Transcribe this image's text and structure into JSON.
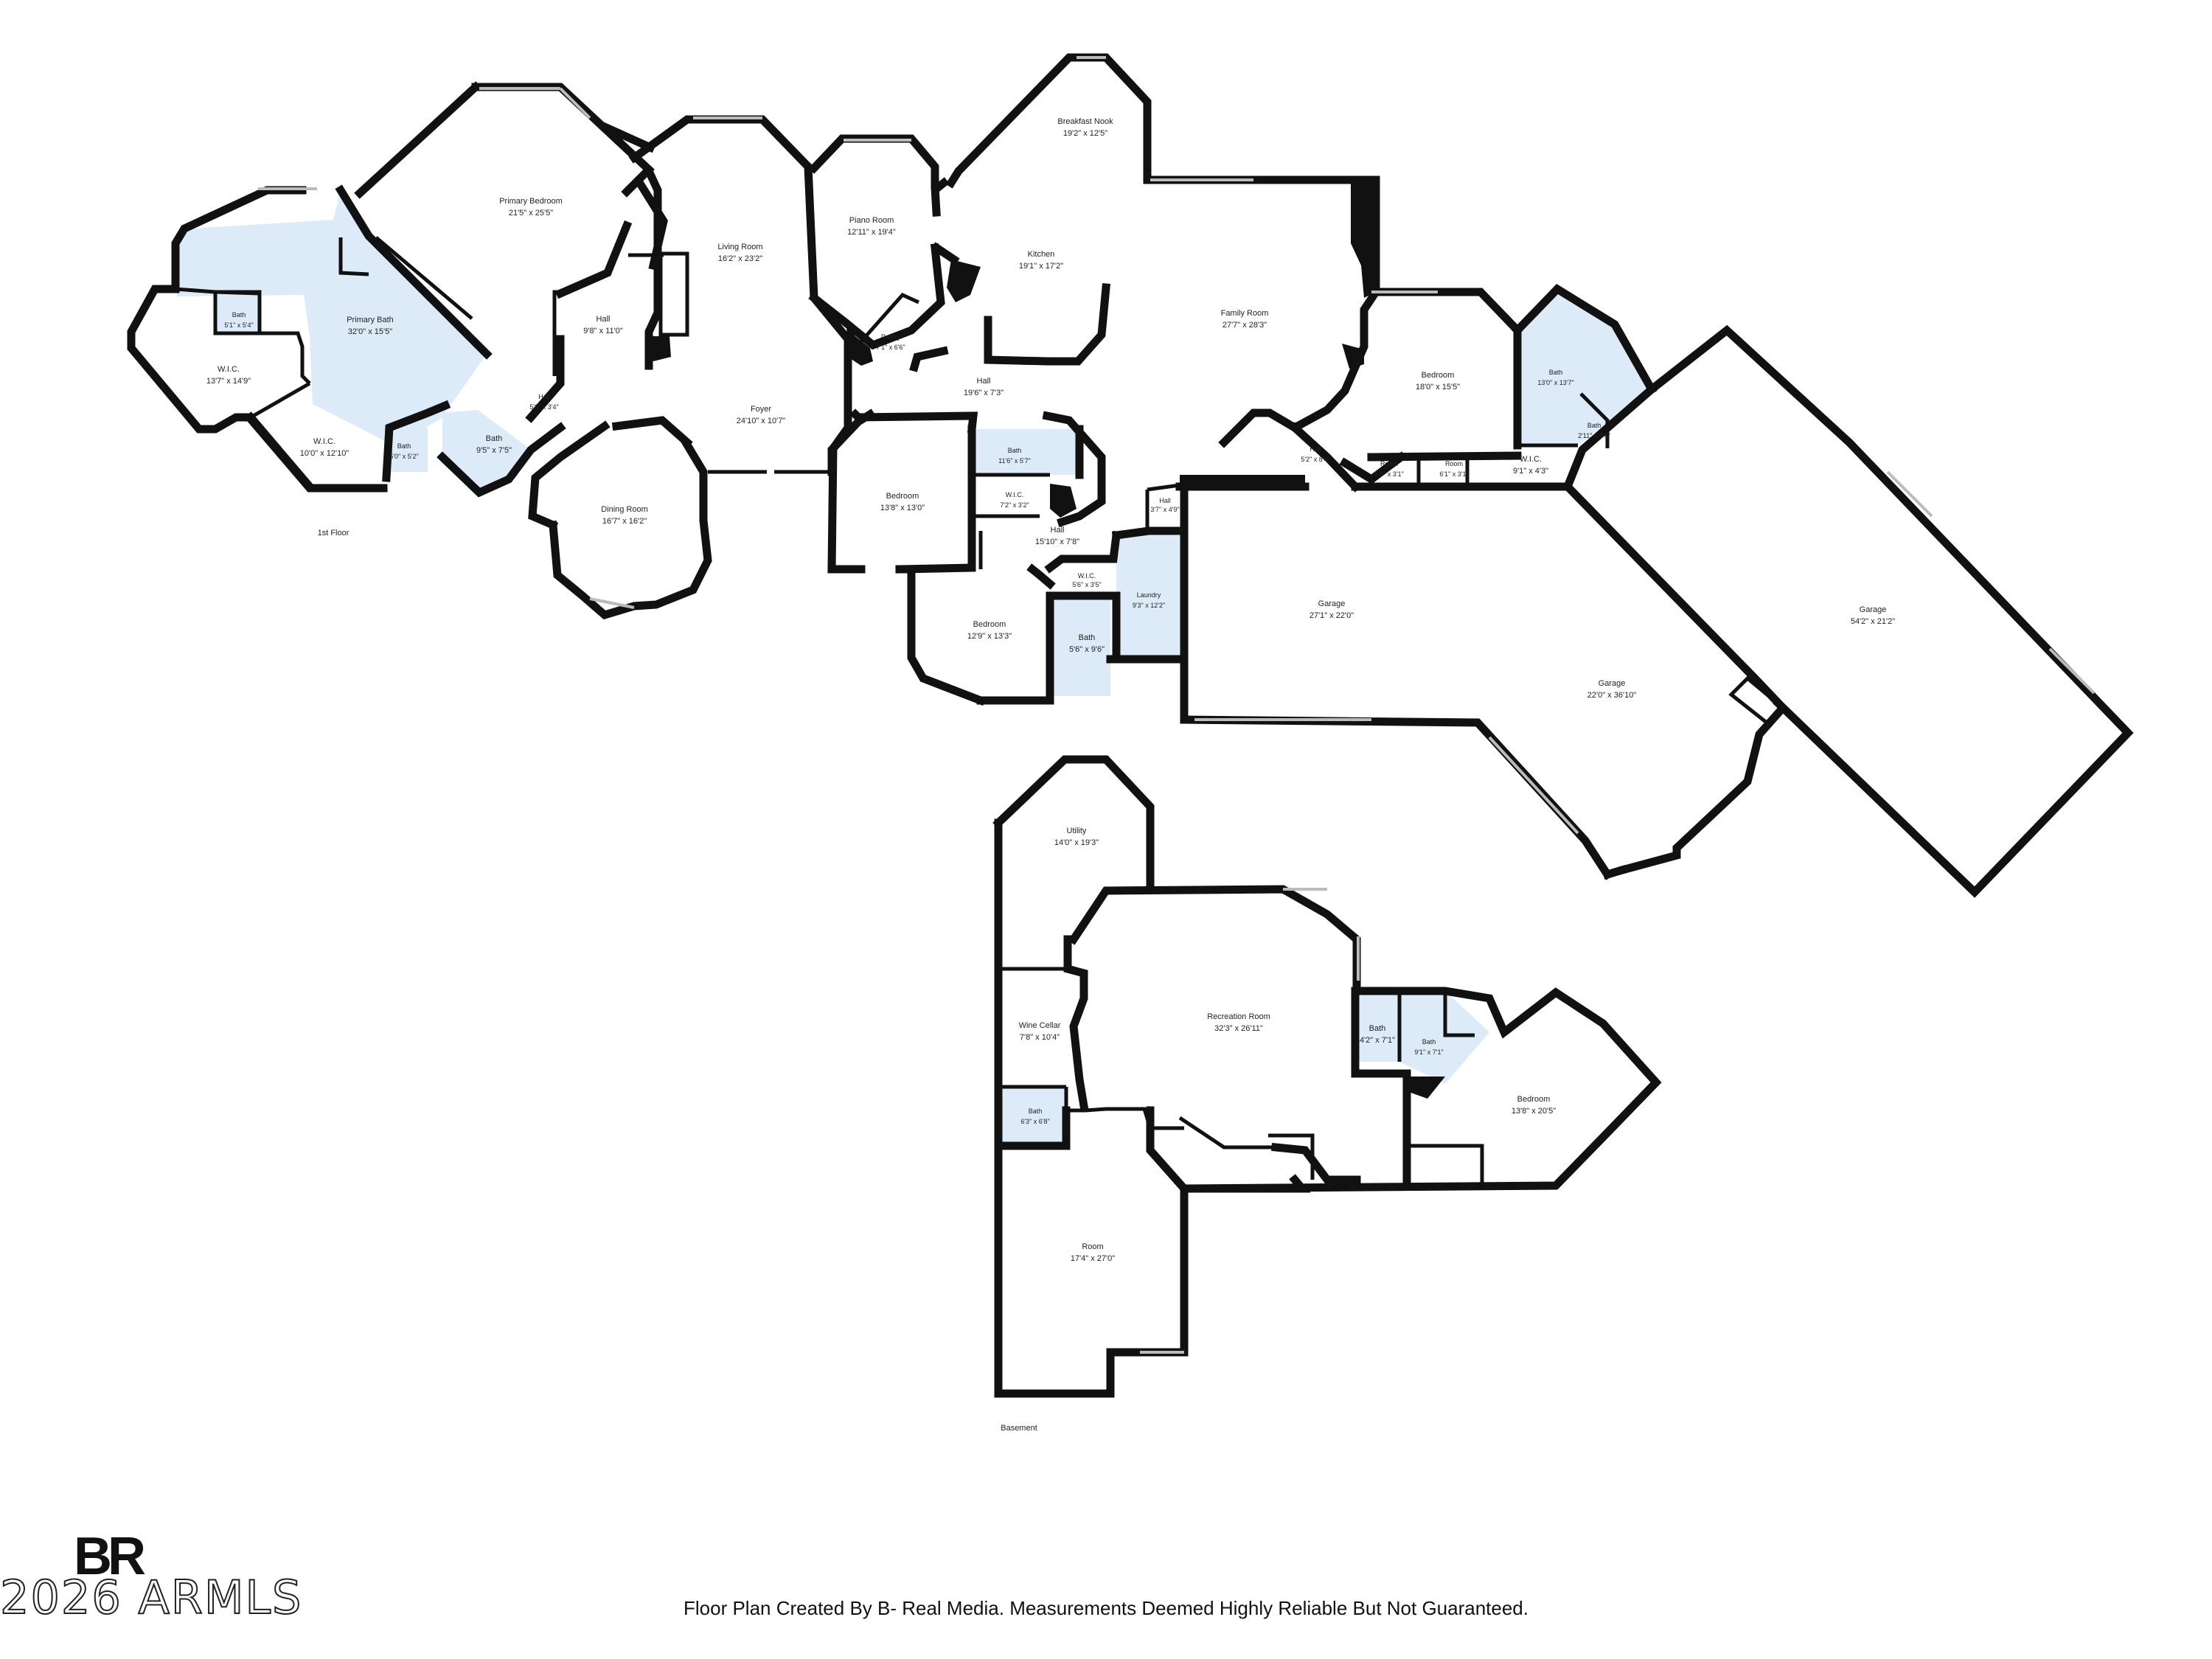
{
  "rooms_first_floor": [
    {
      "key": "primary_bedroom",
      "name": "Primary Bedroom",
      "dim": "21'5\" x 25'5\""
    },
    {
      "key": "primary_bath",
      "name": "Primary Bath",
      "dim": "32'0\" x 15'5\""
    },
    {
      "key": "bath_small_1",
      "name": "Bath",
      "dim": "5'1\" x 5'4\""
    },
    {
      "key": "wic_1",
      "name": "W.I.C.",
      "dim": "13'7\" x 14'9\""
    },
    {
      "key": "wic_2",
      "name": "W.I.C.",
      "dim": "10'0\" x 12'10\""
    },
    {
      "key": "bath_small_2",
      "name": "Bath",
      "dim": "5'0\" x 5'2\""
    },
    {
      "key": "bath_3",
      "name": "Bath",
      "dim": "9'5\" x 7'5\""
    },
    {
      "key": "hall_small",
      "name": "Hall",
      "dim": "5'3\" x 3'4\""
    },
    {
      "key": "hall_1",
      "name": "Hall",
      "dim": "9'8\" x 11'0\""
    },
    {
      "key": "dining_room",
      "name": "Dining Room",
      "dim": "16'7\" x 16'2\""
    },
    {
      "key": "living_room",
      "name": "Living Room",
      "dim": "16'2\" x 23'2\""
    },
    {
      "key": "foyer",
      "name": "Foyer",
      "dim": "24'10\" x 10'7\""
    },
    {
      "key": "piano_room",
      "name": "Piano Room",
      "dim": "12'11\" x 19'4\""
    },
    {
      "key": "pantry",
      "name": "Pantry",
      "dim": "7'1\" x 6'6\""
    },
    {
      "key": "hall_2",
      "name": "Hall",
      "dim": "19'6\" x 7'3\""
    },
    {
      "key": "breakfast_nook",
      "name": "Breakfast Nook",
      "dim": "19'2\" x 12'5\""
    },
    {
      "key": "kitchen",
      "name": "Kitchen",
      "dim": "19'1\" x 17'2\""
    },
    {
      "key": "family_room",
      "name": "Family Room",
      "dim": "27'7\" x 28'3\""
    },
    {
      "key": "bedroom_1",
      "name": "Bedroom",
      "dim": "13'8\" x 13'0\""
    },
    {
      "key": "bath_4",
      "name": "Bath",
      "dim": "11'6\" x 5'7\""
    },
    {
      "key": "wic_3",
      "name": "W.I.C.",
      "dim": "7'2\" x 3'2\""
    },
    {
      "key": "hall_3",
      "name": "Hall",
      "dim": "15'10\" x 7'8\""
    },
    {
      "key": "wic_4",
      "name": "W.I.C.",
      "dim": "5'6\" x 3'5\""
    },
    {
      "key": "bedroom_2",
      "name": "Bedroom",
      "dim": "12'9\" x 13'3\""
    },
    {
      "key": "bath_5",
      "name": "Bath",
      "dim": "5'6\" x 9'6\""
    },
    {
      "key": "laundry",
      "name": "Laundry",
      "dim": "9'3\" x 12'2\""
    },
    {
      "key": "hall_4",
      "name": "Hall",
      "dim": "3'7\" x 4'9\""
    },
    {
      "key": "hall_5",
      "name": "Hall",
      "dim": "5'2\" x 8'4\""
    },
    {
      "key": "bedroom_3",
      "name": "Bedroom",
      "dim": "18'0\" x 15'5\""
    },
    {
      "key": "room_1",
      "name": "Room",
      "dim": "5'8\" x 3'1\""
    },
    {
      "key": "room_2",
      "name": "Room",
      "dim": "6'1\" x 3'1\""
    },
    {
      "key": "bath_6",
      "name": "Bath",
      "dim": "13'0\" x 13'7\""
    },
    {
      "key": "bath_7",
      "name": "Bath",
      "dim": "2'11\" x 3'4\""
    },
    {
      "key": "wic_5",
      "name": "W.I.C.",
      "dim": "9'1\" x 4'3\""
    },
    {
      "key": "garage_1",
      "name": "Garage",
      "dim": "27'1\" x 22'0\""
    },
    {
      "key": "garage_2",
      "name": "Garage",
      "dim": "22'0\" x 36'10\""
    },
    {
      "key": "garage_3",
      "name": "Garage",
      "dim": "54'2\" x 21'2\""
    }
  ],
  "rooms_basement": [
    {
      "key": "utility",
      "name": "Utility",
      "dim": "14'0\" x 19'3\""
    },
    {
      "key": "recreation_room",
      "name": "Recreation Room",
      "dim": "32'3\" x 26'11\""
    },
    {
      "key": "wine_cellar",
      "name": "Wine Cellar",
      "dim": "7'8\" x 10'4\""
    },
    {
      "key": "bath_b1",
      "name": "Bath",
      "dim": "4'2\" x 7'1\""
    },
    {
      "key": "bath_b2",
      "name": "Bath",
      "dim": "9'1\" x 7'1\""
    },
    {
      "key": "bedroom_b",
      "name": "Bedroom",
      "dim": "13'8\" x 20'5\""
    },
    {
      "key": "bath_b3",
      "name": "Bath",
      "dim": "6'3\" x 6'8\""
    },
    {
      "key": "room_b",
      "name": "Room",
      "dim": "17'4\" x 27'0\""
    }
  ],
  "floor_labels": {
    "first": "1st Floor",
    "basement": "Basement"
  },
  "brand": {
    "mark": "BR",
    "copyright": "2026 ARMLS"
  },
  "footer": "Floor Plan Created By B- Real Media. Measurements Deemed Highly Reliable But Not Guaranteed."
}
